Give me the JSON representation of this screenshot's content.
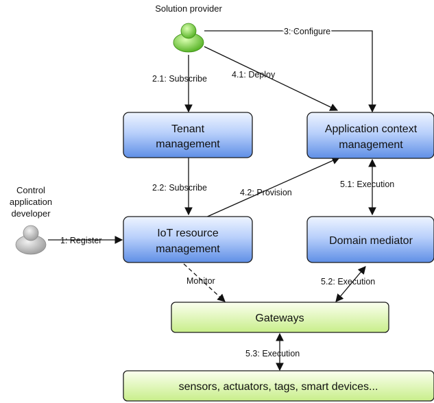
{
  "actors": {
    "solution_provider": {
      "label": "Solution provider",
      "color": "#6fcf2f"
    },
    "developer": {
      "label_lines": [
        "Control",
        "application",
        "developer"
      ],
      "color": "#b8b8b8"
    }
  },
  "boxes": {
    "tenant": {
      "lines": [
        "Tenant",
        "management"
      ]
    },
    "app_context": {
      "lines": [
        "Application context",
        "management"
      ]
    },
    "iot": {
      "lines": [
        "IoT resource",
        "management"
      ]
    },
    "mediator": {
      "lines": [
        "Domain mediator"
      ]
    },
    "gateways": {
      "lines": [
        "Gateways"
      ]
    },
    "sensors": {
      "lines": [
        "sensors, actuators, tags, smart devices..."
      ]
    }
  },
  "edges": {
    "configure": "3: Configure",
    "subscribe_1": "2.1: Subscribe",
    "deploy": "4.1: Deploy",
    "subscribe_2": "2.2: Subscribe",
    "provision": "4.2: Provision",
    "execution_1": "5.1: Execution",
    "register": "1: Register",
    "monitor": "Monitor",
    "execution_2": "5.2: Execution",
    "execution_3": "5.3: Execution"
  },
  "colors": {
    "blue_box_top": "#eef4ff",
    "blue_box_bottom": "#5f8fe6",
    "green_box_top": "#fbffef",
    "green_box_bottom": "#c8ee8a",
    "stroke": "#1a1a1a"
  }
}
